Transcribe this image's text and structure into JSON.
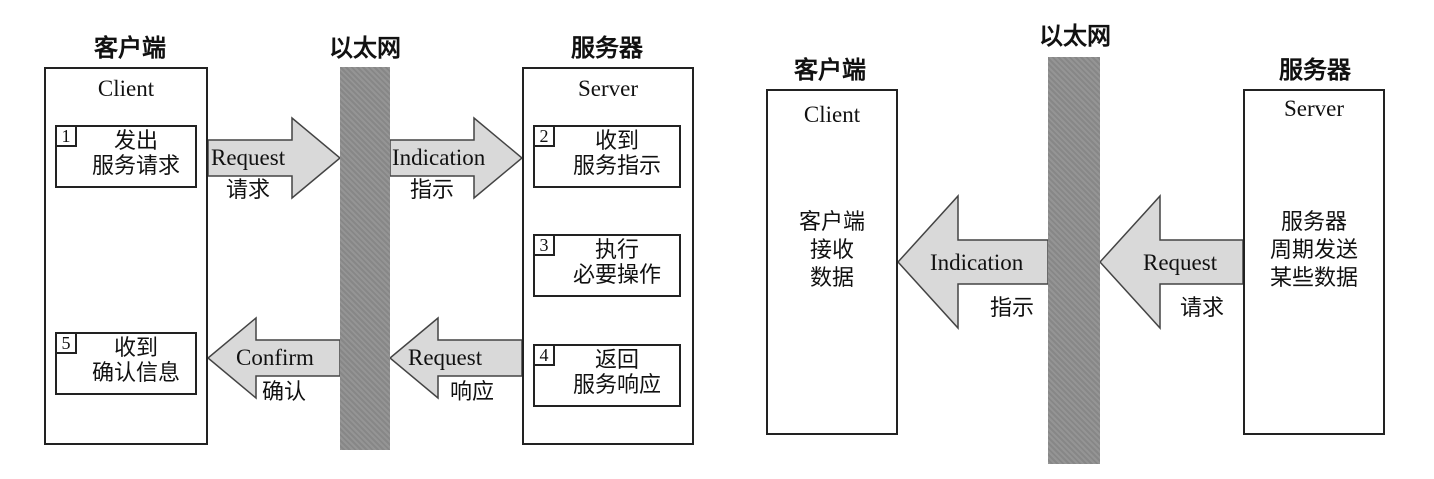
{
  "left": {
    "client_title": "客户端",
    "client_label": "Client",
    "ethernet_title": "以太网",
    "server_title": "服务器",
    "server_label": "Server",
    "steps": [
      {
        "num": "1",
        "line1": "发出",
        "line2": "服务请求"
      },
      {
        "num": "2",
        "line1": "收到",
        "line2": "服务指示"
      },
      {
        "num": "3",
        "line1": "执行",
        "line2": "必要操作"
      },
      {
        "num": "4",
        "line1": "返回",
        "line2": "服务响应"
      },
      {
        "num": "5",
        "line1": "收到",
        "line2": "确认信息"
      }
    ],
    "arrows": {
      "request_en": "Request",
      "request_cn": "请求",
      "indication_en": "Indication",
      "indication_cn": "指示",
      "response_en": "Request",
      "response_cn": "响应",
      "confirm_en": "Confirm",
      "confirm_cn": "确认"
    }
  },
  "right": {
    "client_title": "客户端",
    "client_label": "Client",
    "client_text": [
      "客户端",
      "接收",
      "数据"
    ],
    "ethernet_title": "以太网",
    "server_title": "服务器",
    "server_label": "Server",
    "server_text": [
      "服务器",
      "周期发送",
      "某些数据"
    ],
    "arrows": {
      "indication_en": "Indication",
      "indication_cn": "指示",
      "request_en": "Request",
      "request_cn": "请求"
    }
  },
  "colors": {
    "arrow_fill": "#d9d9d9",
    "ethernet_bar": "#8e8e8e",
    "triangle": "#5a5a5a"
  }
}
